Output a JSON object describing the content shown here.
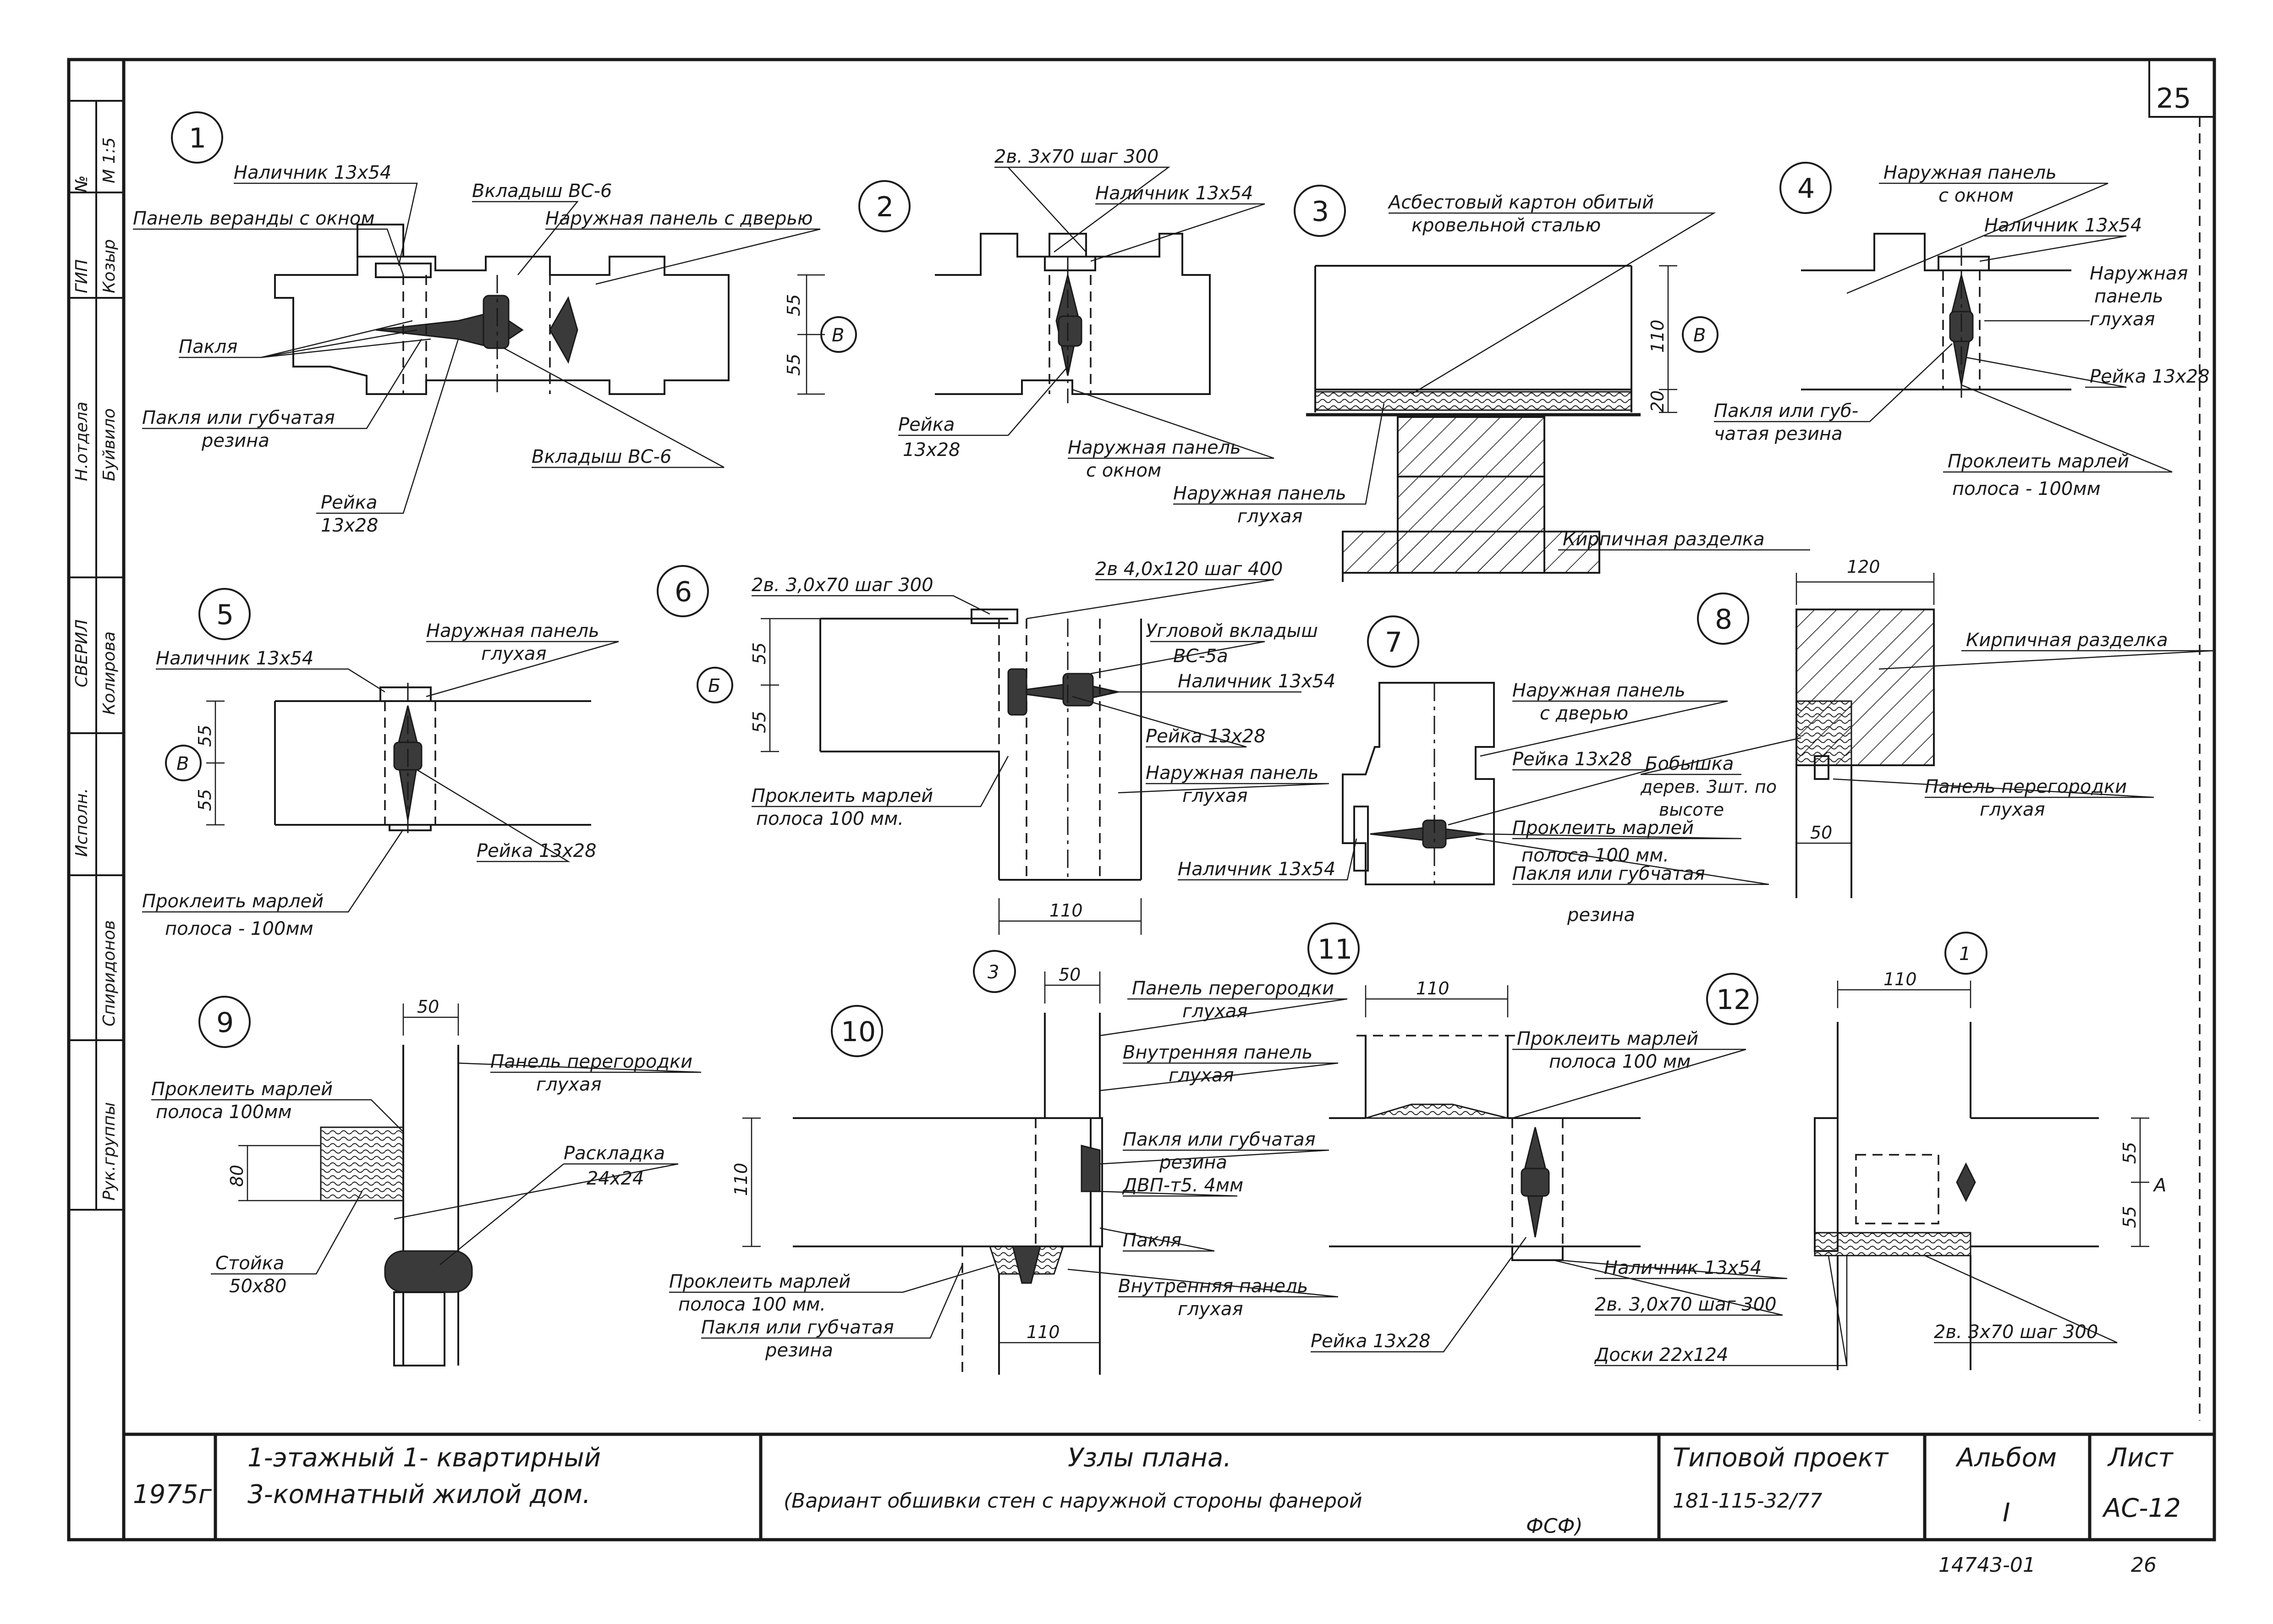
{
  "sheet_number_top": "25",
  "bottom_stamp": "14743-01",
  "bottom_stamp_right": "26",
  "side_column": {
    "no_label": "№",
    "scale": "М 1:5",
    "gip_label": "ГИП",
    "gip_name": "Козыр",
    "nachalnik_label": "Н.отдела",
    "nachalnik_name": "Буйвило",
    "sveril_label": "СВЕРИЛ",
    "sveril_name": "Колирова",
    "ispolnil_label": "Исполн.",
    "ispolnil_name": "Спиридонов",
    "ruk_label": "Рук.группы"
  },
  "nodes": {
    "n1": {
      "number": "1",
      "nalichnik": "Наличник 13х54",
      "panel_verandy": "Панель веранды с окном",
      "vkladysh_top": "Вкладыш ВС-6",
      "naruzh_panel": "Наружная панель с дверью",
      "paklya": "Пакля",
      "paklya_guba_1": "Пакля или губчатая",
      "paklya_guba_2": "резина",
      "reika_1": "Рейка",
      "reika_2": "13х28",
      "vkladysh_bottom": "Вкладыш ВС-6"
    },
    "n2": {
      "number": "2",
      "gvozdi": "2в. 3х70 шаг 300",
      "nalichnik": "Наличник 13х54",
      "dim_55a": "55",
      "dim_55b": "55",
      "letter": "В",
      "reika_1": "Рейка",
      "reika_2": "13х28",
      "naruzh_1": "Наружная панель",
      "naruzh_2": "с окном"
    },
    "n3": {
      "number": "3",
      "asbest_1": "Асбестовый картон обитый",
      "asbest_2": "кровельной сталью",
      "dim_110": "110",
      "dim_20": "20",
      "letter": "В",
      "naruzh_1": "Наружная панель",
      "naruzh_2": "глухая",
      "kirp": "Кирпичная разделка"
    },
    "n4": {
      "number": "4",
      "naruzh_okno_1": "Наружная панель",
      "naruzh_okno_2": "с окном",
      "nalichnik": "Наличник 13х54",
      "naruzh_gl_1": "Наружная",
      "naruzh_gl_2": "панель",
      "naruzh_gl_3": "глухая",
      "reika": "Рейка 13х28",
      "paklya_1": "Пакля или губ-",
      "paklya_2": "чатая резина",
      "marlya_1": "Проклеить марлей",
      "marlya_2": "полоса - 100мм"
    },
    "n5": {
      "number": "5",
      "nalichnik": "Наличник 13х54",
      "naruzh_1": "Наружная панель",
      "naruzh_2": "глухая",
      "dim_55a": "55",
      "dim_55b": "55",
      "letter": "В",
      "reika": "Рейка 13х28",
      "marlya_1": "Проклеить марлей",
      "marlya_2": "полоса - 100мм"
    },
    "n6": {
      "number": "6",
      "gvozdi_1": "2в. 3,0х70 шаг 300",
      "gvozdi_2": "2в 4,0х120 шаг 400",
      "uglovoy_1": "Угловой вкладыш",
      "uglovoy_2": "ВС-5а",
      "nalichnik": "Наличник 13х54",
      "reika": "Рейка 13х28",
      "naruzh_1": "Наружная панель",
      "naruzh_2": "глухая",
      "marlya_1": "Проклеить марлей",
      "marlya_2": "полоса 100 мм.",
      "dim_55a": "55",
      "dim_55b": "55",
      "letter": "Б",
      "dim_110": "110"
    },
    "n7": {
      "number": "7",
      "naruzh_1": "Наружная панель",
      "naruzh_2": "с дверью",
      "reika": "Рейка 13х28",
      "marlya_1": "Проклеить марлей",
      "marlya_2": "полоса 100 мм.",
      "paklya_1": "Пакля или губчатая",
      "paklya_2": "резина",
      "nalichnik": "Наличник 13х54"
    },
    "n8": {
      "number": "8",
      "dim_120": "120",
      "kirp": "Кирпичная разделка",
      "bobyshka_1": "Бобышка",
      "bobyshka_2": "дерев. 3шт. по",
      "bobyshka_3": "высоте",
      "peregorodka_1": "Панель перегородки",
      "peregorodka_2": "глухая",
      "dim_50": "50"
    },
    "n9": {
      "number": "9",
      "dim_50": "50",
      "peregorodka_1": "Панель перегородки",
      "peregorodka_2": "глухая",
      "marlya_1": "Проклеить марлей",
      "marlya_2": "полоса 100мм",
      "dim_80": "80",
      "raskladka_1": "Раскладка",
      "raskladka_2": "24х24",
      "stoyka_1": "Стойка",
      "stoyka_2": "50х80"
    },
    "n10": {
      "number": "10",
      "ref": "3",
      "dim_50": "50",
      "peregorodka_1": "Панель перегородки",
      "peregorodka_2": "глухая",
      "vnutr_1": "Внутренняя панель",
      "vnutr_2": "глухая",
      "dim_110_left": "110",
      "paklya_guba_1": "Пакля или губчатая",
      "paklya_guba_2": "резина",
      "dvp": "ДВП-т5. 4мм",
      "paklya": "Пакля",
      "marlya_1": "Проклеить марлей",
      "marlya_2": "полоса 100 мм.",
      "paklya_b_1": "Пакля или губчатая",
      "paklya_b_2": "резина",
      "vnutr_b_1": "Внутренняя панель",
      "vnutr_b_2": "глухая",
      "dim_110_bottom": "110"
    },
    "n11": {
      "number": "11",
      "dim_110": "110",
      "marlya_1": "Проклеить марлей",
      "marlya_2": "полоса 100 мм",
      "nalichnik": "Наличник 13х54",
      "gvozdi": "2в. 3,0х70 шаг 300",
      "reika": "Рейка 13х28"
    },
    "n12": {
      "number": "12",
      "ref": "1",
      "dim_110": "110",
      "dim_55a": "55",
      "dim_55b": "55",
      "letter": "А",
      "gvozdi": "2в. 3х70 шаг 300",
      "doski": "Доски 22х124"
    }
  },
  "title_block": {
    "year": "1975г",
    "object_1": "1-этажный   1- квартирный",
    "object_2": "3-комнатный  жилой  дом.",
    "title_1": "Узлы  плана.",
    "title_2": "(Вариант  обшивки  стен  с наружной стороны фанерой",
    "title_3": "ФСФ)",
    "tipovoy_label": "Типовой проект",
    "tipovoy_value": "181-115-32/77",
    "album_label": "Альбом",
    "album_value": "I",
    "list_label": "Лист",
    "list_value": "АС-12"
  }
}
